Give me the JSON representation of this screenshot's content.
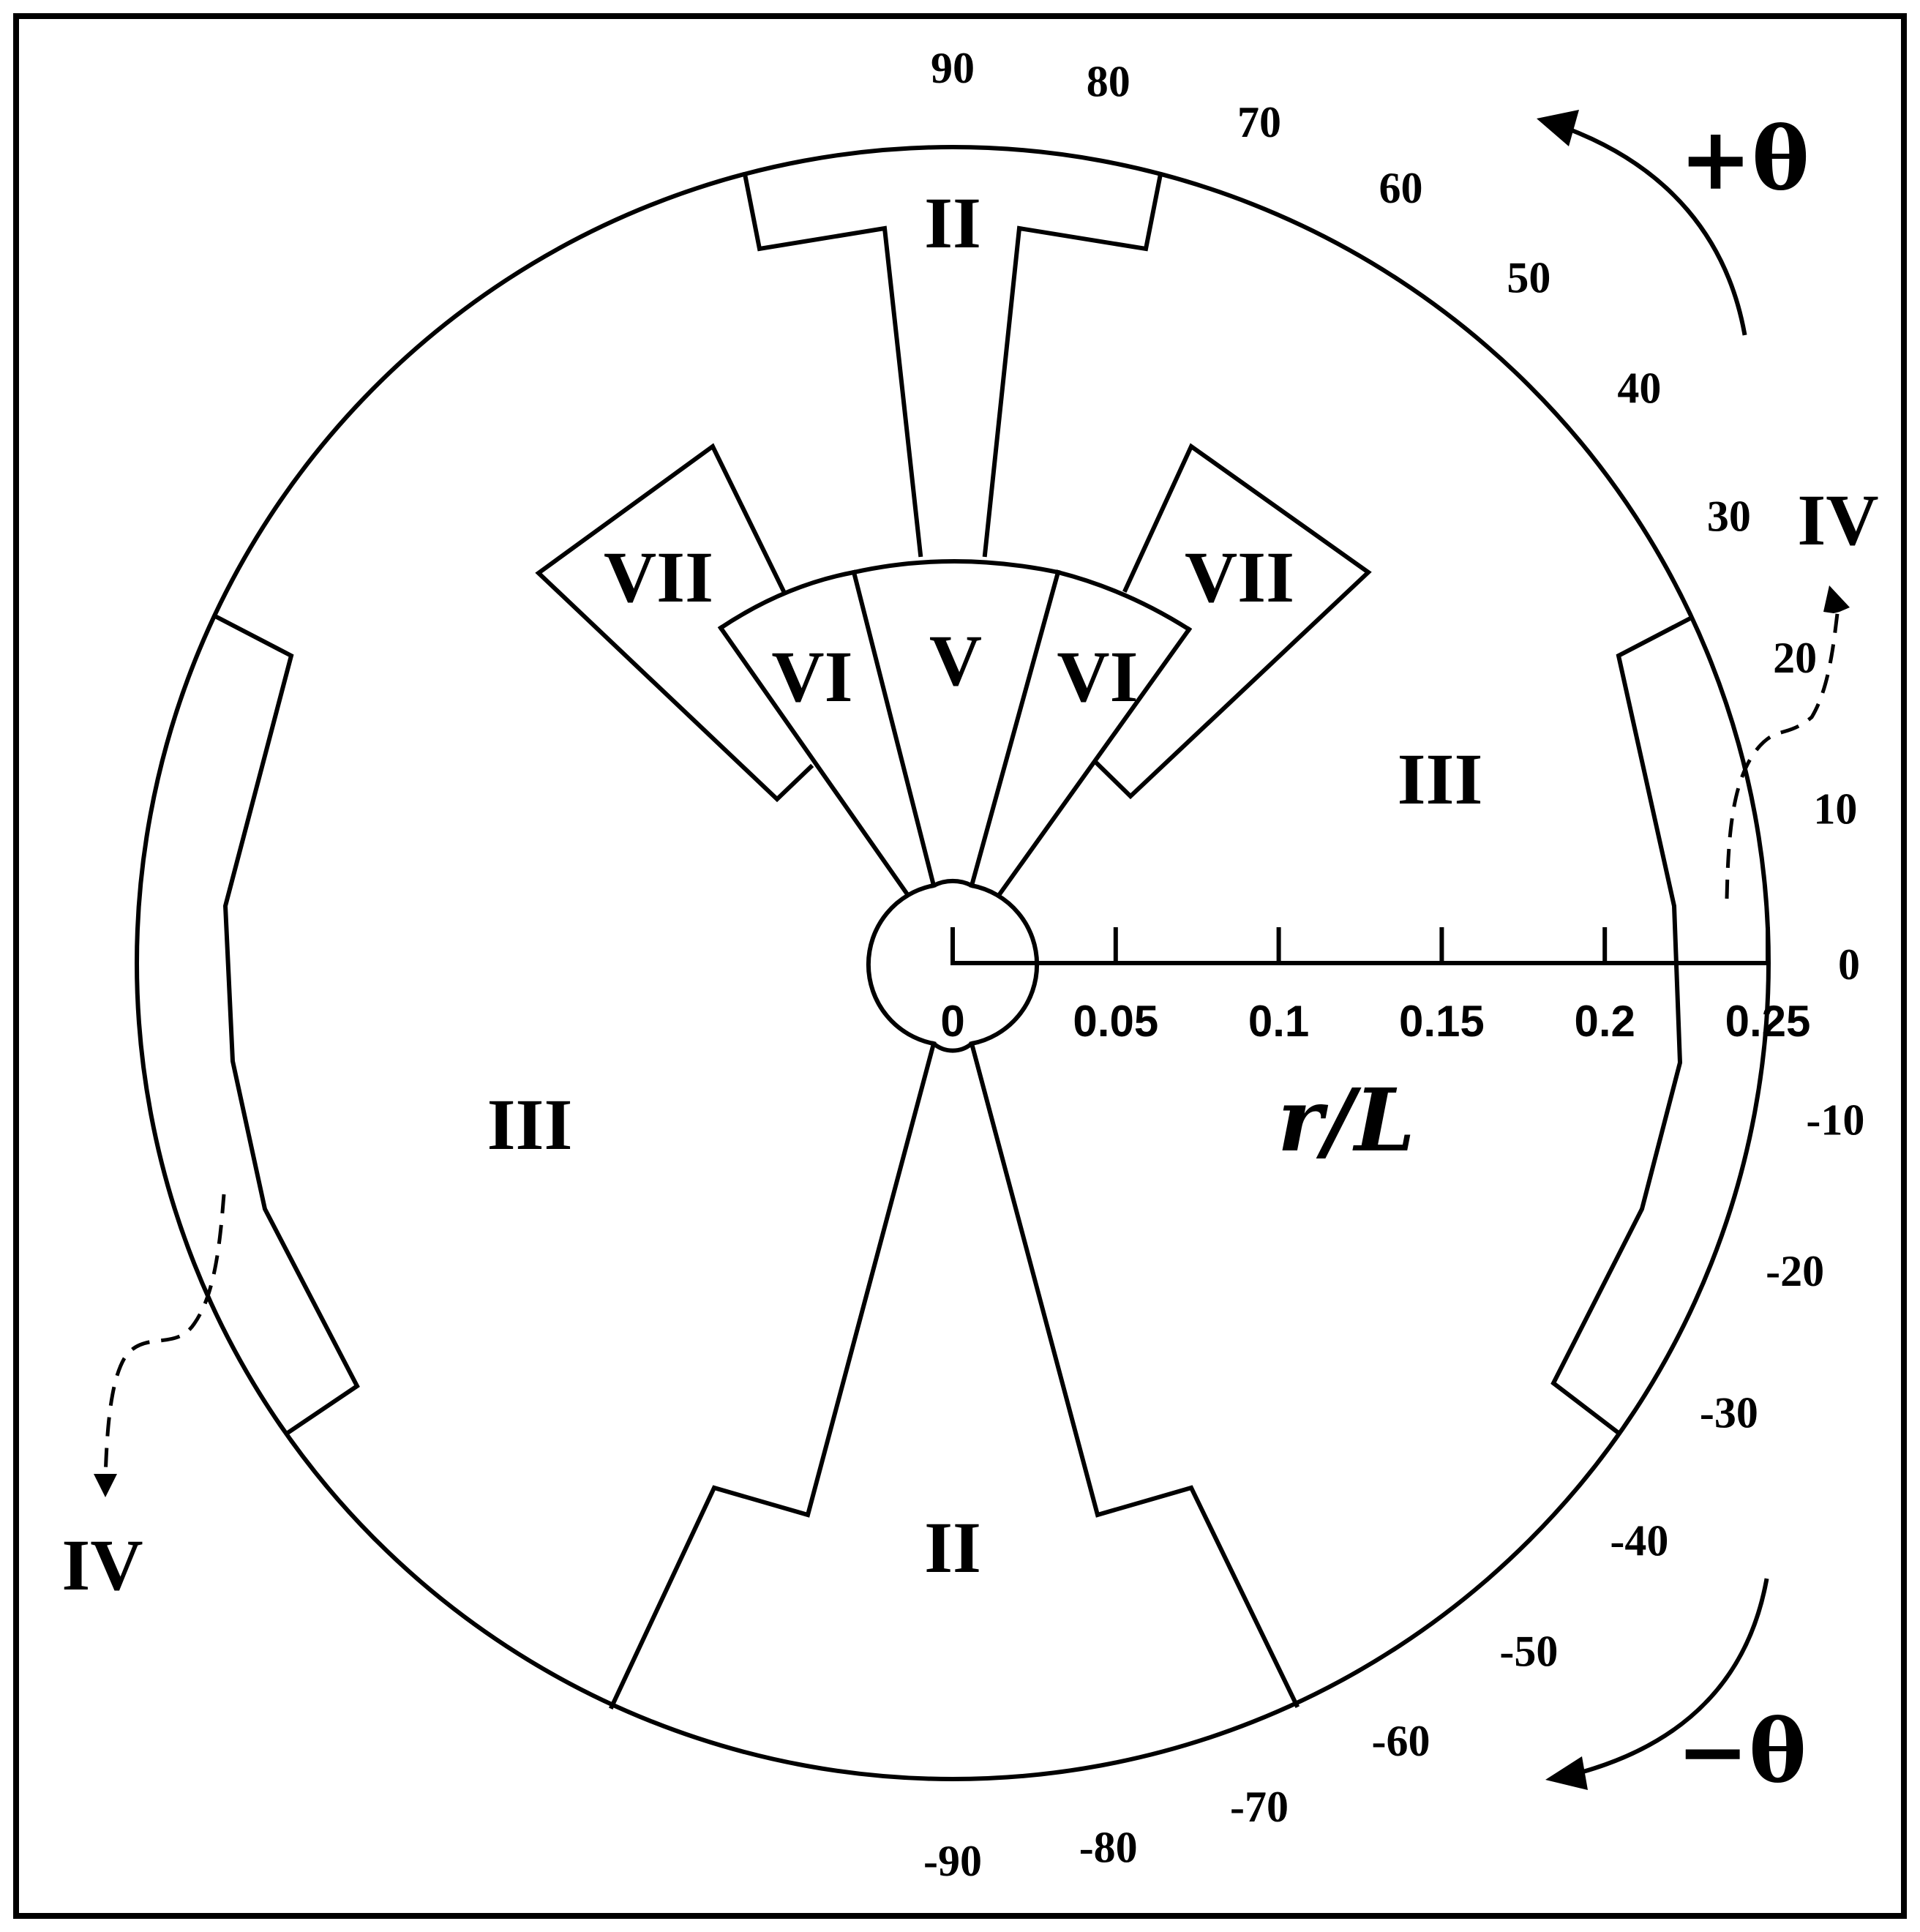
{
  "regions": {
    "ii_top": "II",
    "ii_bottom": "II",
    "iii_left": "III",
    "iii_right": "III",
    "iv_left": "IV",
    "iv_right": "IV",
    "v": "V",
    "vi_left": "VI",
    "vi_right": "VI",
    "vii_left": "VII",
    "vii_right": "VII"
  },
  "angle_labels": [
    "90",
    "80",
    "70",
    "60",
    "50",
    "40",
    "30",
    "20",
    "10",
    "0",
    "-10",
    "-20",
    "-30",
    "-40",
    "-50",
    "-60",
    "-70",
    "-80",
    "-90"
  ],
  "radial_axis": {
    "label": "r/L",
    "ticks": [
      "0",
      "0.05",
      "0.1",
      "0.15",
      "0.2",
      "0.25"
    ]
  },
  "direction_labels": {
    "positive": "+θ",
    "negative": "−θ"
  },
  "colors": {
    "stroke": "#000000",
    "background": "#ffffff"
  }
}
